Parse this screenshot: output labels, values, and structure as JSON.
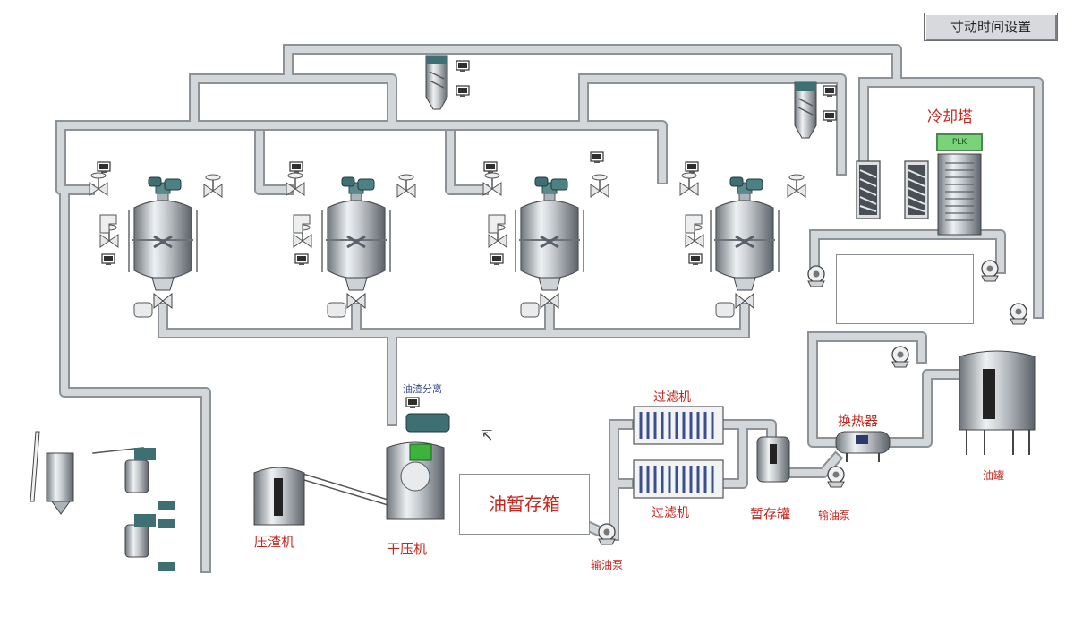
{
  "header": {
    "setting_button": "寸动时间设置"
  },
  "labels": {
    "cooling_tower": "冷却塔",
    "oil_residue_separation": "油渣分离",
    "filter_1": "过滤机",
    "filter_2": "过滤机",
    "heat_exchanger": "换热器",
    "oil_tank": "油罐",
    "residue_press": "压渣机",
    "dry_press": "干压机",
    "oil_temp_box": "油暂存箱",
    "temp_tank": "暂存罐",
    "oil_pump_1": "输油泵",
    "oil_pump_2": "输油泵"
  },
  "indicators": {
    "cooling_tower_plc": {
      "text": "PLK",
      "state": "on"
    }
  },
  "colors": {
    "pipe": "#d4d7da",
    "pipe_edge": "#8d9298",
    "label_red": "#c8261e",
    "status_green": "#7ad37a",
    "motor_teal": "#3e6f72"
  }
}
